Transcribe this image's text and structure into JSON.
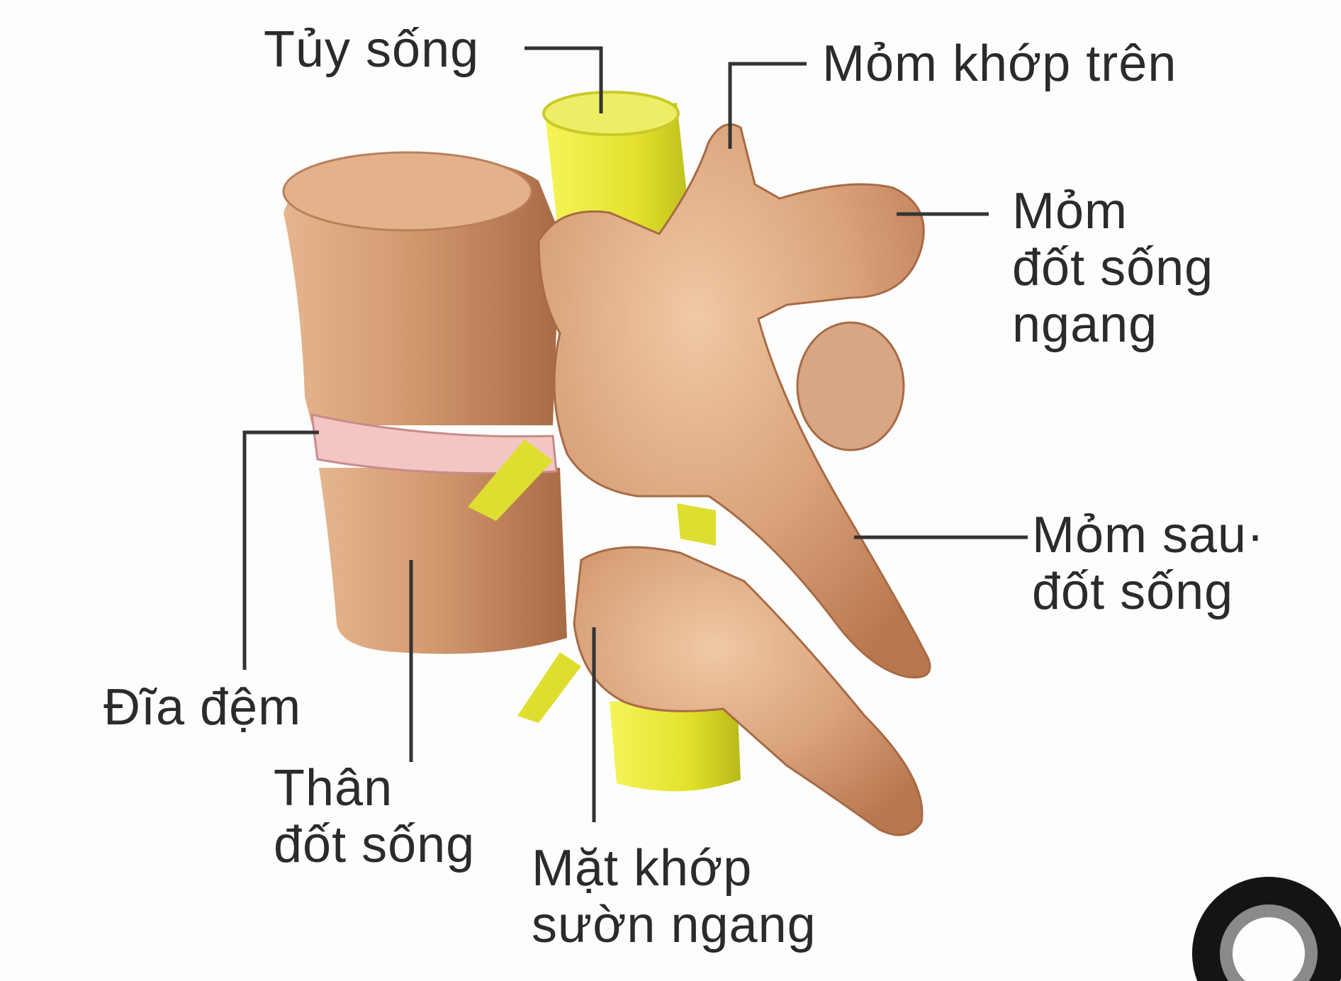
{
  "labels": {
    "spinal_cord": "Tủy sống",
    "superior_articular_process": "Mỏm khớp trên",
    "transverse_process": [
      "Mỏm",
      "đốt sống",
      "ngang"
    ],
    "spinous_process": [
      "Mỏm sau·",
      "đốt sống"
    ],
    "intervertebral_disc": "Đĩa đệm",
    "vertebral_body": [
      "Thân",
      "đốt sống"
    ],
    "costal_facet": [
      "Mặt khớp",
      "sườn ngang"
    ]
  },
  "colors": {
    "bone": "#d9a27a",
    "bone_shadow": "#b9774f",
    "spinal_cord": "#e6e635",
    "disc": "#f0c4c4",
    "label_text": "#2b2b2b"
  }
}
